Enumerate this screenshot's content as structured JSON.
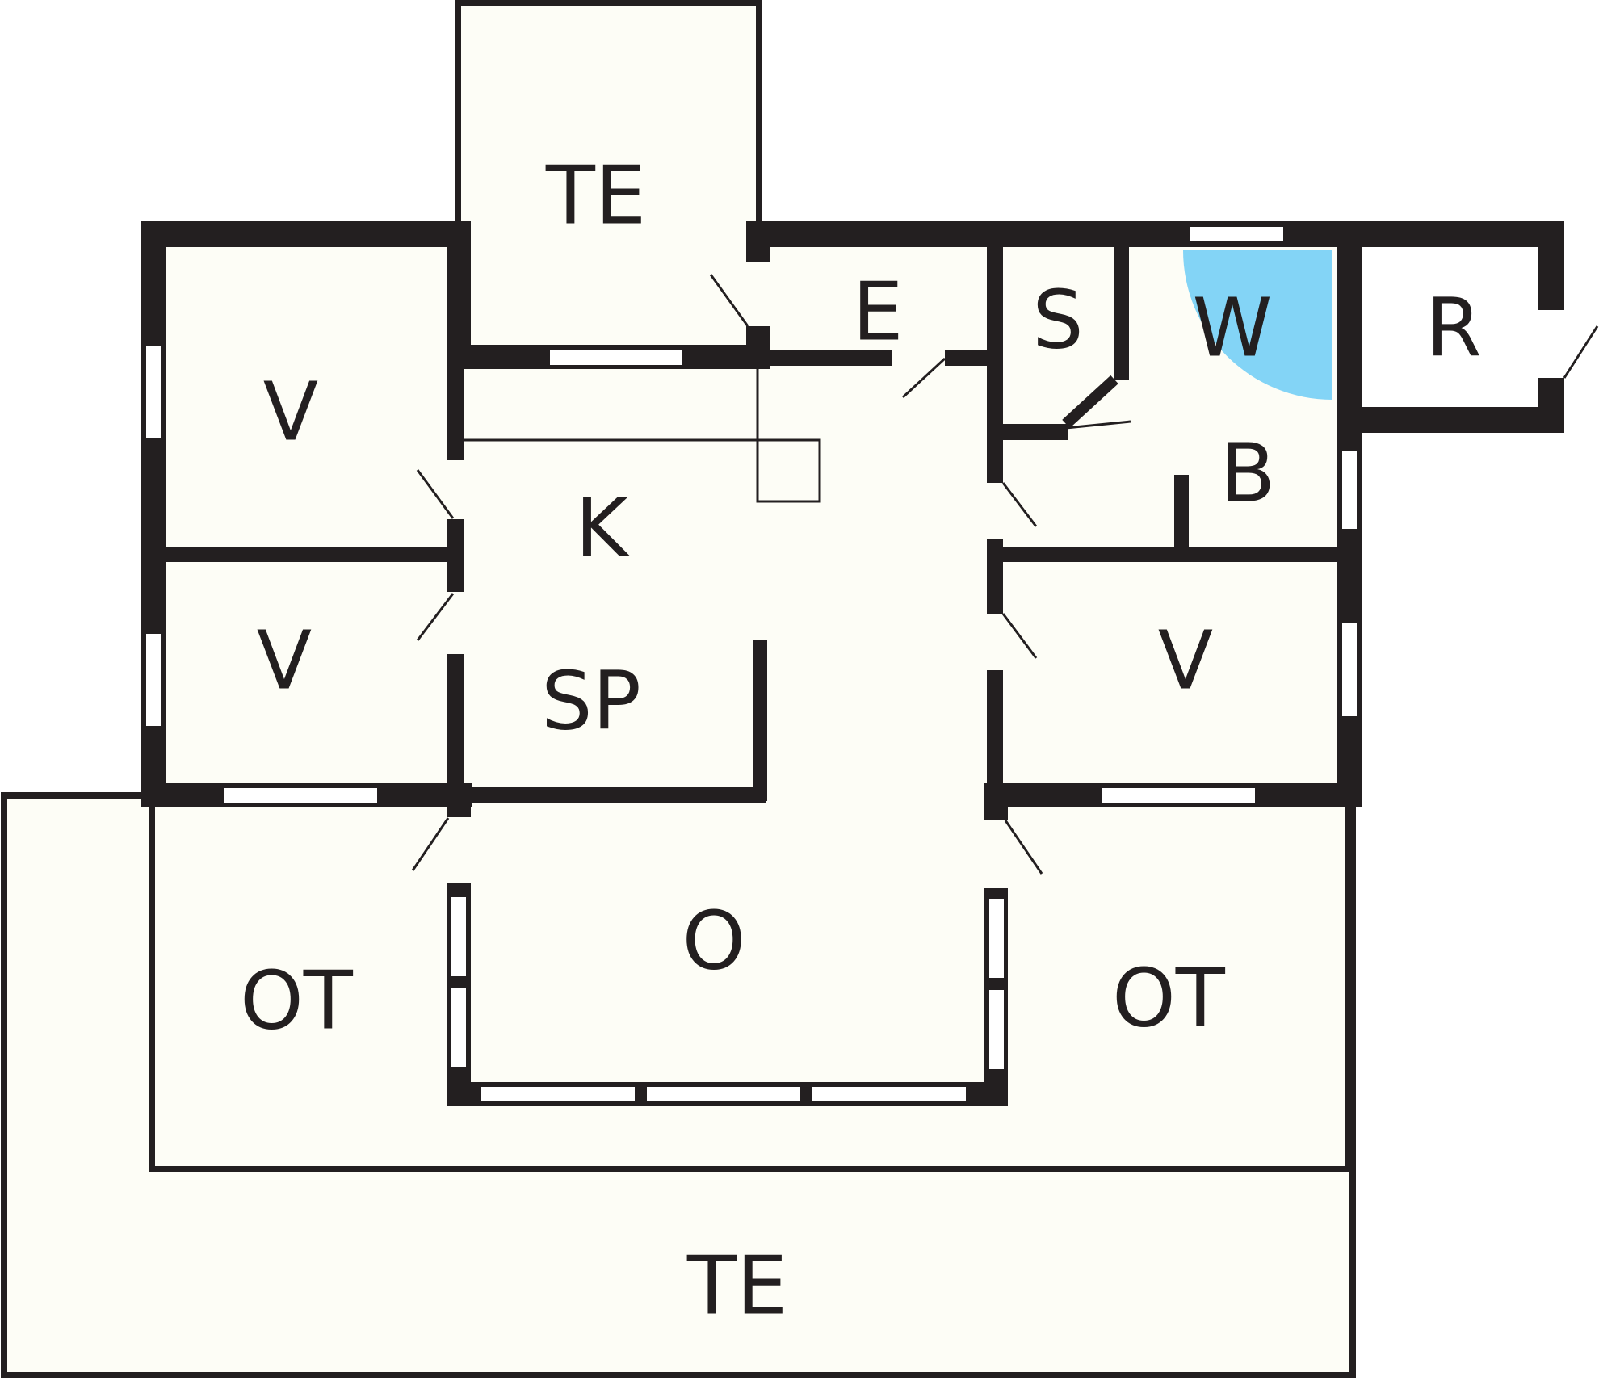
{
  "colors": {
    "wall": "#231f20",
    "floor": "#fdfdf6",
    "window": "#ffffff",
    "shower": "#83d4f6"
  },
  "rooms": {
    "terrace_top": "TE",
    "entrance": "E",
    "storage": "S",
    "wc": "W",
    "utility": "R",
    "bedroom_top_left": "V",
    "bedroom_mid_left": "V",
    "kitchen": "K",
    "dining": "SP",
    "bathroom": "B",
    "bedroom_right": "V",
    "living": "O",
    "covered_terrace_left": "OT",
    "covered_terrace_right": "OT",
    "terrace_bottom": "TE"
  }
}
